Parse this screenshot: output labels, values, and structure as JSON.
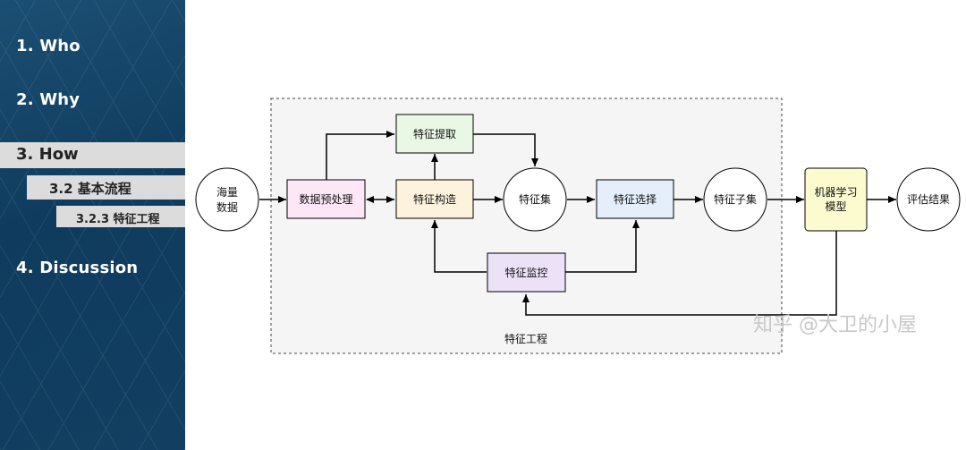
{
  "sidebar": {
    "items": [
      {
        "label": "1.  Who"
      },
      {
        "label": "2.  Why"
      },
      {
        "label": "3.  How"
      },
      {
        "label": "4.  Discussion"
      }
    ],
    "sub_item": "3.2  基本流程",
    "sub_sub_item": "3.2.3  特征工程"
  },
  "diagram": {
    "group_label": "特征工程",
    "nodes": {
      "mass_data_line1": "海量",
      "mass_data_line2": "数据",
      "preprocess": "数据预处理",
      "extract": "特征提取",
      "construct": "特征构造",
      "feature_set": "特征集",
      "select": "特征选择",
      "subset": "特征子集",
      "model_line1": "机器学习",
      "model_line2": "模型",
      "result": "评估结果",
      "monitor": "特征监控"
    },
    "colors": {
      "preprocess": "#fde7f6",
      "extract": "#e9f8e4",
      "construct": "#fdf3dc",
      "select": "#e4effb",
      "monitor": "#ece2f8",
      "model": "#fbfbcf"
    }
  },
  "watermark": "知乎 @大卫的小屋"
}
